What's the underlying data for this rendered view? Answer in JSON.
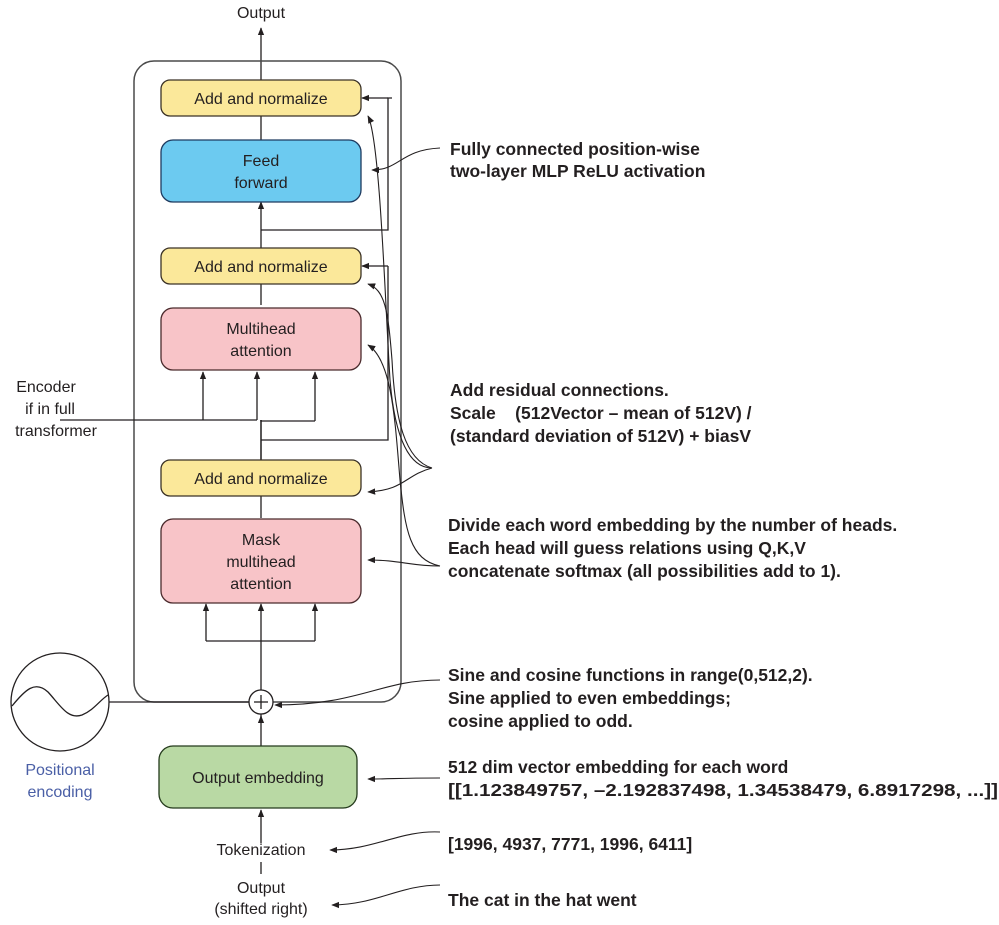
{
  "title_top": "Output",
  "colors": {
    "add_norm_fill": "#fbe89a",
    "feed_forward_fill": "#6ccaf0",
    "attention_fill": "#f8c4c8",
    "embedding_fill": "#b9d9a4",
    "positional_label": "#4a5fa6",
    "stroke": "#231f20"
  },
  "decoder_blocks": {
    "add_norm_top": "Add and normalize",
    "feed_forward": [
      "Feed",
      "forward"
    ],
    "add_norm_middle": "Add and normalize",
    "multihead_attention": [
      "Multihead",
      "attention"
    ],
    "add_norm_bottom": "Add and normalize",
    "mask_multihead_attention": [
      "Mask",
      "multihead",
      "attention"
    ]
  },
  "encoder_input": [
    "Encoder",
    "if in full",
    "transformer"
  ],
  "plus_symbol": "+",
  "positional_encoding": [
    "Positional",
    "encoding"
  ],
  "output_embedding": "Output embedding",
  "tokenization": "Tokenization",
  "output_shifted": [
    "Output",
    "(shifted right)"
  ],
  "annotations": {
    "feed_forward": [
      "Fully connected position-wise",
      "two-layer MLP ReLU activation"
    ],
    "residual": [
      "Add residual connections.",
      "Scale    (512Vector – mean of 512V) /",
      "(standard deviation of 512V) + biasV"
    ],
    "attention": [
      "Divide each word embedding by the number of heads.",
      "Each head will guess relations using Q,K,V",
      "concatenate softmax (all possibilities add to 1)."
    ],
    "positional": [
      "Sine and cosine functions in range(0,512,2).",
      "Sine applied to even embeddings;",
      "cosine applied to odd."
    ],
    "embedding": [
      "512 dim vector embedding for each word",
      "[[1.123849757, –2.192837498, 1.34538479, 6.8917298, ...]]"
    ],
    "tokens": "[1996, 4937, 7771, 1996, 6411]",
    "input_text": "The cat in the hat went"
  }
}
